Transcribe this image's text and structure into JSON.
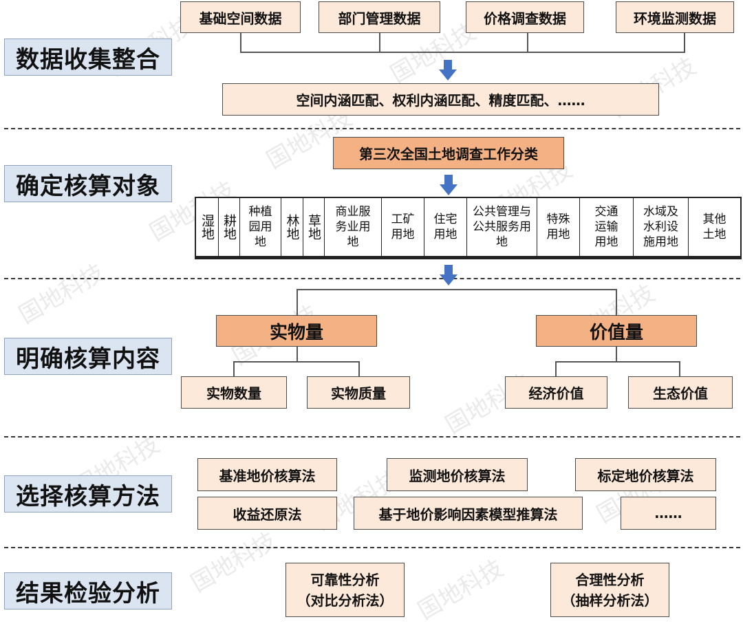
{
  "stages": [
    "数据收集整合",
    "确定核算对象",
    "明确核算内容",
    "选择核算方法",
    "结果检验分析"
  ],
  "data_sources": [
    "基础空间数据",
    "部门管理数据",
    "价格调查数据",
    "环境监测数据"
  ],
  "matching_text": "空间内涵匹配、权利内涵匹配、精度匹配、……",
  "classification_title": "第三次全国土地调查工作分类",
  "land_categories": [
    "湿地",
    "耕地",
    "种植园用地",
    "林地",
    "草地",
    "商业服务业用地",
    "工矿用地",
    "住宅用地",
    "公共管理与公共服务用地",
    "特殊用地",
    "交通运输用地",
    "水域及水利设施用地",
    "其他土地"
  ],
  "content": {
    "physical": "实物量",
    "value": "价值量",
    "physical_children": [
      "实物数量",
      "实物质量"
    ],
    "value_children": [
      "经济价值",
      "生态价值"
    ]
  },
  "methods": [
    "基准地价核算法",
    "监测地价核算法",
    "标定地价核算法",
    "收益还原法",
    "基于地价影响因素模型推算法",
    "……"
  ],
  "results": {
    "reliability": "可靠性分析",
    "reliability_sub": "（对比分析法）",
    "rationality": "合理性分析",
    "rationality_sub": "（抽样分析法）"
  },
  "watermark": "国地科技",
  "colors": {
    "stage_bg": "#dbe5f1",
    "light_box": "#fde9d9",
    "orange_box": "#f4b183",
    "arrow": "#4472c4"
  }
}
